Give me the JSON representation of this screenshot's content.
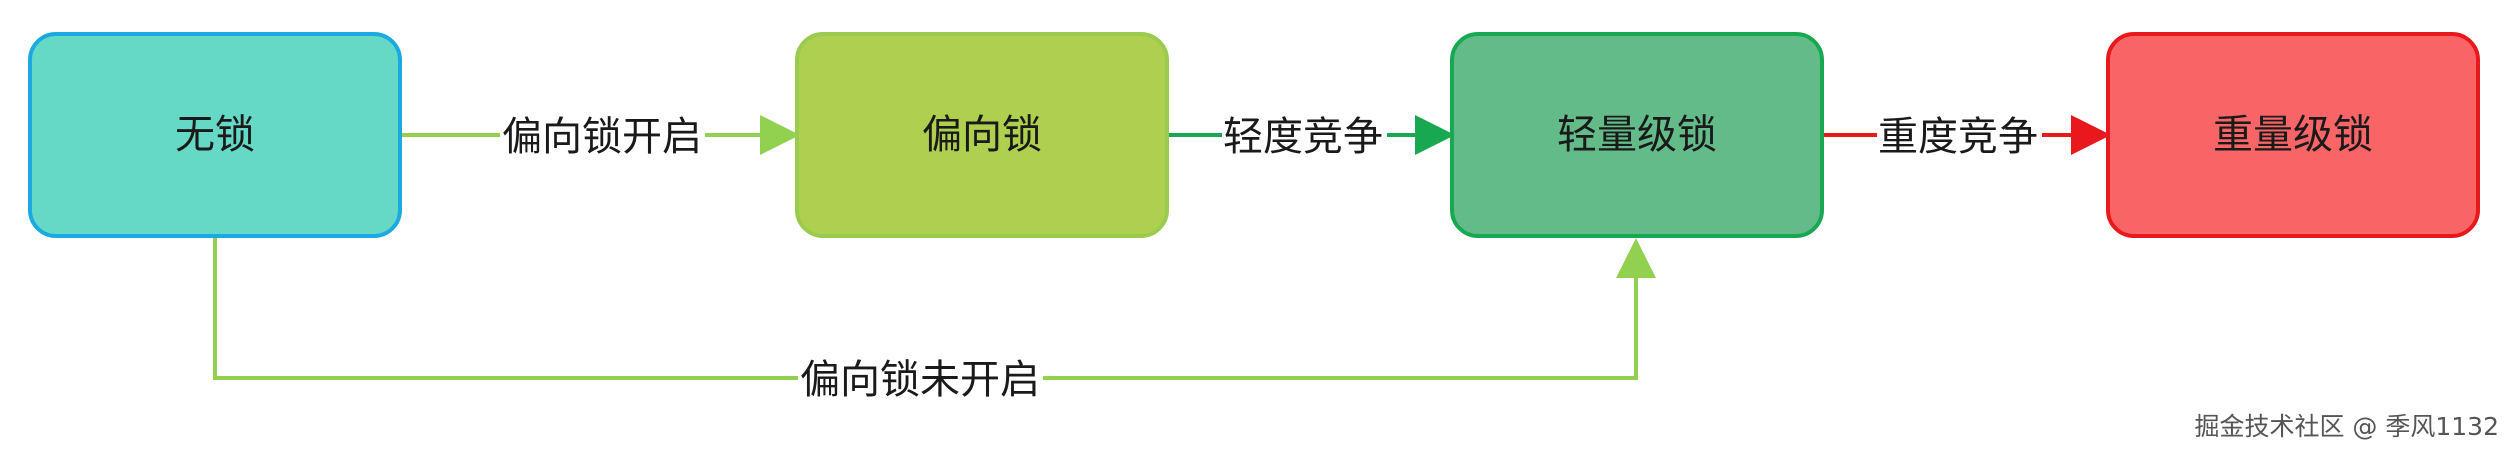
{
  "nodes": [
    {
      "id": "no-lock",
      "label": "无锁",
      "fill": "#66d8c6",
      "stroke": "#1aa9e0"
    },
    {
      "id": "biased-lock",
      "label": "偏向锁",
      "fill": "#aed04e",
      "stroke": "#9acb4f"
    },
    {
      "id": "lightweight-lock",
      "label": "轻量级锁",
      "fill": "#62bb88",
      "stroke": "#19a852"
    },
    {
      "id": "heavyweight-lock",
      "label": "重量级锁",
      "fill": "#f96567",
      "stroke": "#e8191c"
    }
  ],
  "edges": [
    {
      "from": "no-lock",
      "to": "biased-lock",
      "label": "偏向锁开启",
      "color": "#92d050"
    },
    {
      "from": "biased-lock",
      "to": "lightweight-lock",
      "label": "轻度竞争",
      "color": "#19a852"
    },
    {
      "from": "lightweight-lock",
      "to": "heavyweight-lock",
      "label": "重度竞争",
      "color": "#e8191c"
    },
    {
      "from": "no-lock",
      "to": "lightweight-lock",
      "label": "偏向锁未开启",
      "color": "#92d050"
    }
  ],
  "watermark": "掘金技术社区 @ 季风1132"
}
